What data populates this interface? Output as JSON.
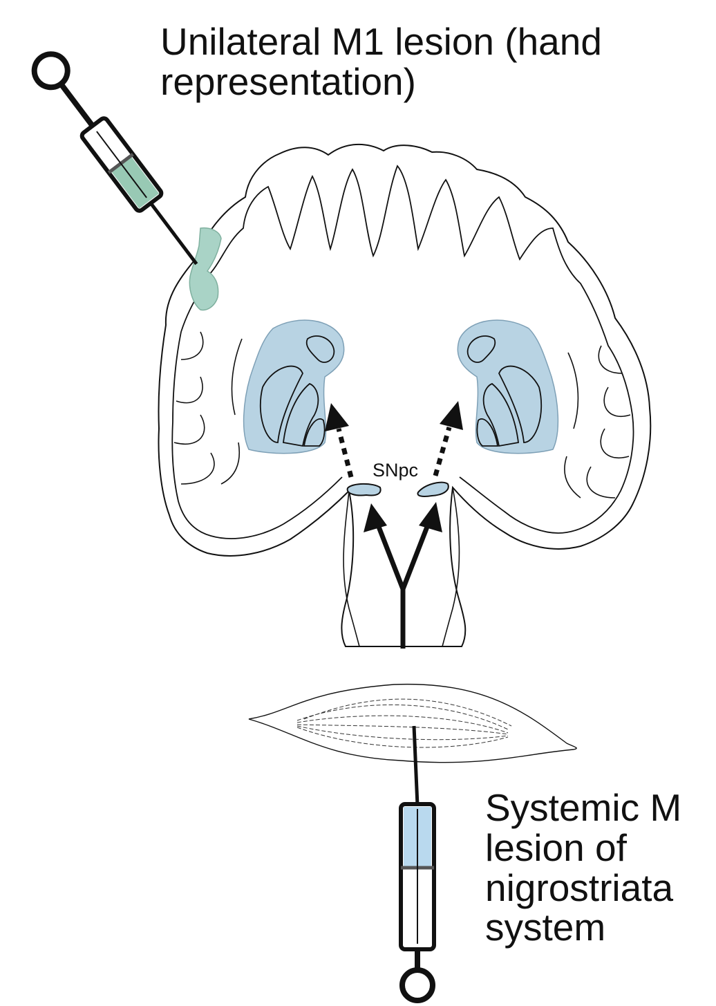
{
  "labels": {
    "top_line1": "Unilateral M1 lesion (hand",
    "top_line2": "representation)",
    "snpc": "SNpc",
    "bottom_line1": "Systemic M",
    "bottom_line2": "lesion of",
    "bottom_line3": "nigrostriata",
    "bottom_line4": "system"
  },
  "colors": {
    "outline": "#111111",
    "lesion_m1": "#a9d3c6",
    "striatum": "#b8d3e3",
    "snpc": "#b8d3e3",
    "syringe_top_fluid": "#98c9b4",
    "syringe_bottom_fluid": "#b9d9ee"
  }
}
